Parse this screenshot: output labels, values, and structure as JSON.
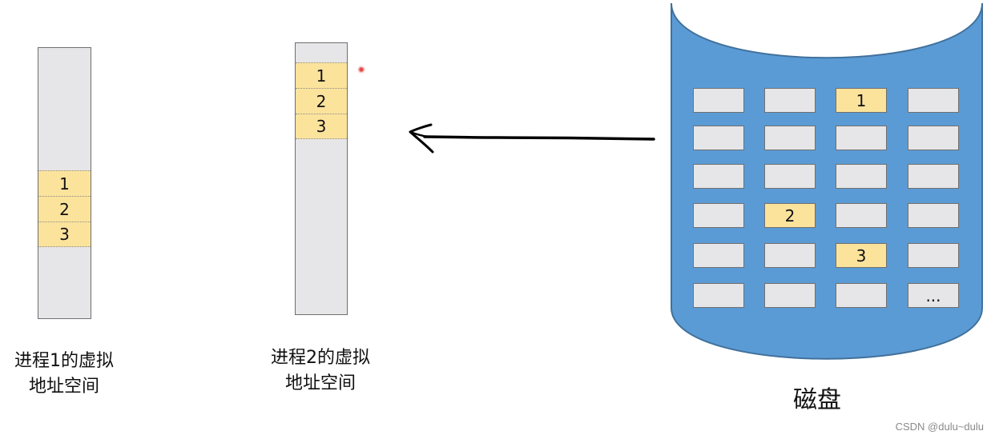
{
  "process1": {
    "label_line1": "进程1的虚拟",
    "label_line2": "地址空间",
    "pages": [
      "1",
      "2",
      "3"
    ]
  },
  "process2": {
    "label_line1": "进程2的虚拟",
    "label_line2": "地址空间",
    "pages": [
      "1",
      "2",
      "3"
    ]
  },
  "disk": {
    "label": "磁盘",
    "color": "#5b9bd5",
    "grid": [
      [
        "",
        "",
        "1",
        ""
      ],
      [
        "",
        "",
        "",
        ""
      ],
      [
        "",
        "",
        "",
        ""
      ],
      [
        "",
        "2",
        "",
        ""
      ],
      [
        "",
        "",
        "3",
        ""
      ],
      [
        "",
        "",
        "",
        "..."
      ]
    ]
  },
  "colors": {
    "page_highlight": "#fbe39c",
    "block_gray": "#e6e6e8"
  },
  "watermark": "CSDN @dulu~dulu"
}
